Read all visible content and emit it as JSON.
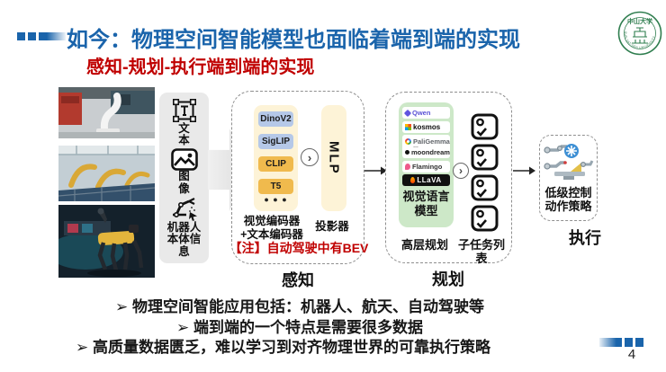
{
  "header": {
    "title": "如今：物理空间智能模型也面临着端到端的实现",
    "subtitle": "感知-规划-执行端到端的实现"
  },
  "logo": {
    "text_cn": "中山大学",
    "text_en": "SUN YAT-SEN UNIVERSITY"
  },
  "inputs": {
    "items": [
      {
        "icon": "text-select-icon",
        "label": "文本"
      },
      {
        "icon": "image-icon",
        "label": "图像"
      },
      {
        "icon": "robot-arm-icon",
        "label": "机器人本体信息"
      }
    ]
  },
  "perception": {
    "encoders": [
      {
        "name": "DinoV2",
        "color": "#b5c8e8"
      },
      {
        "name": "SigLIP",
        "color": "#b5c8e8"
      },
      {
        "name": "CLIP",
        "color": "#f0ba4d"
      },
      {
        "name": "T5",
        "color": "#f0ba4d"
      }
    ],
    "dots": "● ● ●",
    "arrow_glyph": "›",
    "mlp_label": "MLP",
    "encoder_caption": "视觉编码器+文本编码器",
    "projector_caption": "投影器",
    "note": "【注】自动驾驶中有BEV",
    "stage": "感知"
  },
  "planning": {
    "arrow_glyph": "›",
    "models": {
      "qwen": "Qwen",
      "kosmos": "kosmos",
      "paligemma": "PaliGemma",
      "ellipsis": "…",
      "moondream": "moondream",
      "flamingo": "Flamingo",
      "llava": "LLaVA"
    },
    "vlm_caption": "视觉语言模型",
    "high_level_caption": "高层规划",
    "subtask_caption": "子任务列表",
    "stage": "规划"
  },
  "execution": {
    "policy_caption": "低级控制动作策略",
    "stage": "执行"
  },
  "bullets": [
    "➢ 物理空间智能应用包括：机器人、航天、自动驾驶等",
    "➢ 端到端的一个特点是需要很多数据",
    "➢ 高质量数据匮乏，难以学习到对齐物理世界的可靠执行策略"
  ],
  "page_number": "4",
  "colors": {
    "title_blue": "#1a64ab",
    "accent_red": "#c00000",
    "vlm_green": "#cde8c8",
    "cream": "#fdf3d7"
  }
}
